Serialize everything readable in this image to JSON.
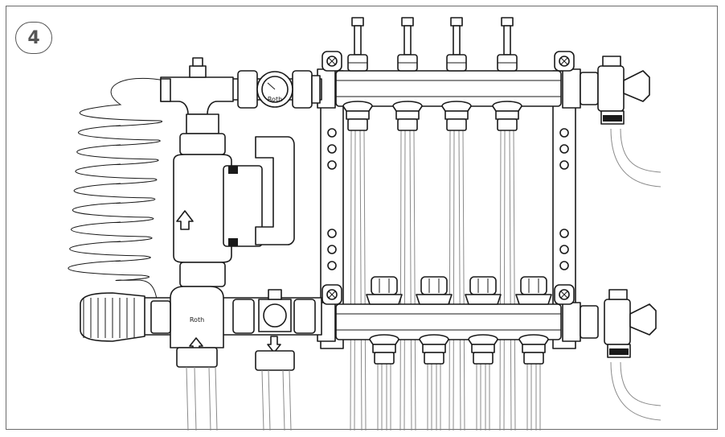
{
  "figure": {
    "step_number": "4",
    "brand_marking": "Roth",
    "gauge_marking": "Roth"
  },
  "colors": {
    "line": "#1a1a1a",
    "pipe": "#8a8a8a",
    "frame": "#6b6b6b",
    "background": "#ffffff"
  },
  "icons": [
    "flow-arrow-up-icon",
    "flow-arrow-down-icon",
    "temperature-gauge-icon"
  ]
}
